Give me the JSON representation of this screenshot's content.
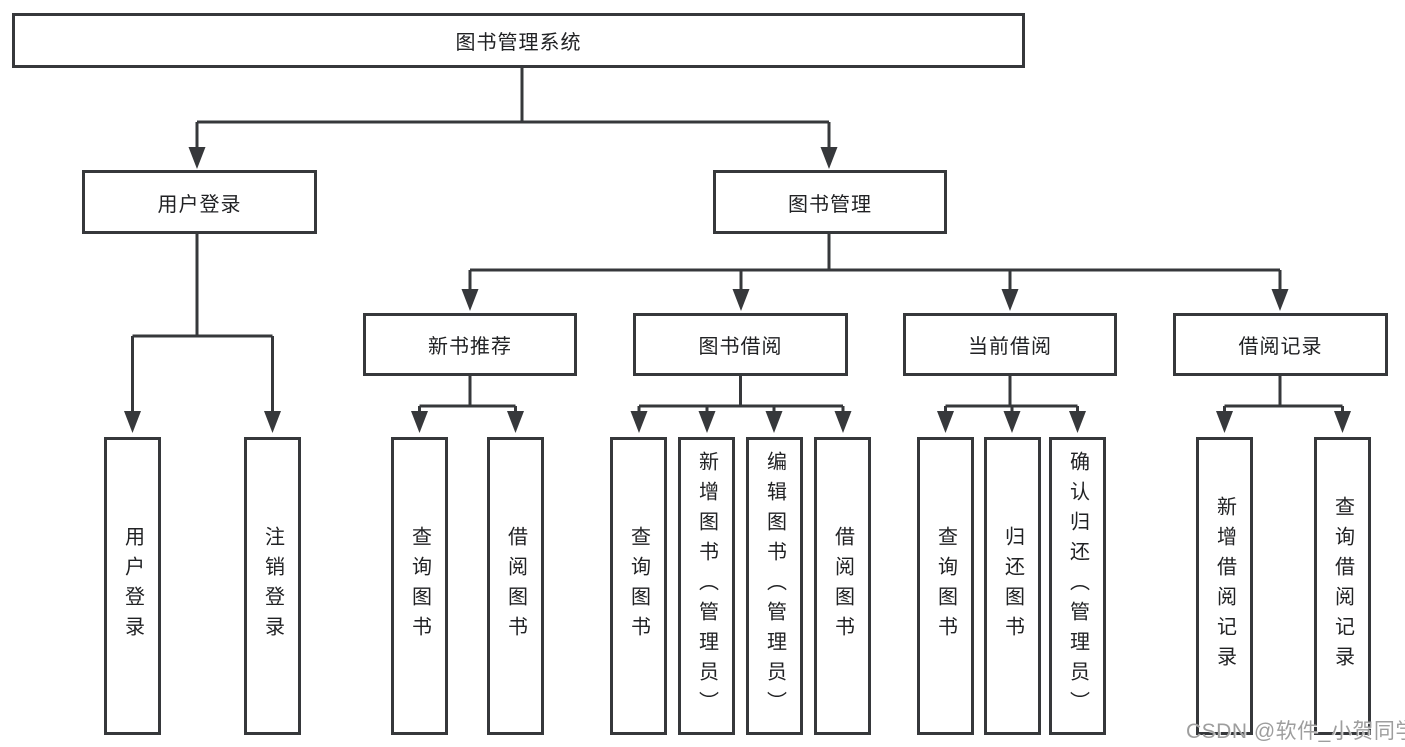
{
  "colors": {
    "line": "#36383b",
    "box_border": "#36383b",
    "text": "#212224",
    "watermark": "#9e9e9e",
    "background": "#ffffff"
  },
  "diagram": {
    "root": {
      "label": "图书管理系统"
    },
    "level2": [
      {
        "label": "用户登录"
      },
      {
        "label": "图书管理"
      }
    ],
    "level3": [
      {
        "label": "新书推荐"
      },
      {
        "label": "图书借阅"
      },
      {
        "label": "当前借阅"
      },
      {
        "label": "借阅记录"
      }
    ],
    "leaves": {
      "user_login": [
        {
          "label": "用户登录"
        },
        {
          "label": "注销登录"
        }
      ],
      "new_book_recommend": [
        {
          "label": "查询图书"
        },
        {
          "label": "借阅图书"
        }
      ],
      "book_borrow": [
        {
          "label": "查询图书"
        },
        {
          "label": "新增图书（管理员）"
        },
        {
          "label": "编辑图书（管理员）"
        },
        {
          "label": "借阅图书"
        }
      ],
      "current_borrow": [
        {
          "label": "查询图书"
        },
        {
          "label": "归还图书"
        },
        {
          "label": "确认归还（管理员）"
        }
      ],
      "borrow_record": [
        {
          "label": "新增借阅记录"
        },
        {
          "label": "查询借阅记录"
        }
      ]
    }
  },
  "watermark": {
    "text": "CSDN @软件_小贺同学"
  }
}
